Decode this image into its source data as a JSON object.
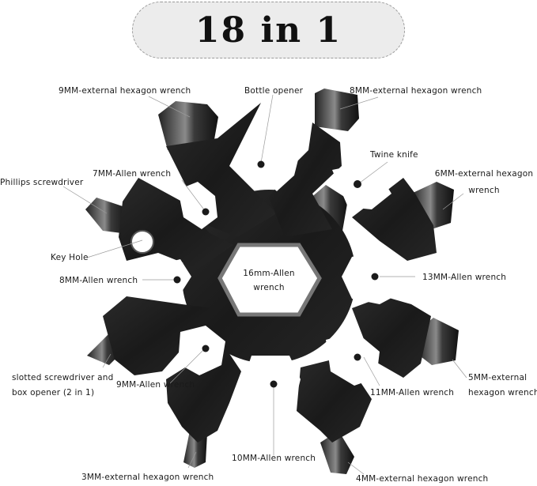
{
  "title": "18 in 1",
  "colors": {
    "background": "#ffffff",
    "title_pill": "#ececec",
    "tool_body": "#1e1e1e",
    "tool_highlight": "#6a6a6a",
    "leader_line": "#9a9a9a",
    "marker_dot": "#1a1a1a"
  },
  "labels": {
    "hex9_external": "9MM-external hexagon wrench",
    "bottle_opener": "Bottle opener",
    "hex8_external": "8MM-external hexagon wrench",
    "twine_knife": "Twine knife",
    "hex6_external_line1": "6MM-external hexagon",
    "hex6_external_line2": "wrench",
    "allen7": "7MM-Allen wrench",
    "phillips": "Phillips screwdriver",
    "key_hole": "Key Hole",
    "allen8": "8MM-Allen wrench",
    "allen16_line1": "16mm-Allen",
    "allen16_line2": "wrench",
    "allen13": "13MM-Allen wrench",
    "slotted_line1": "slotted screwdriver and",
    "slotted_line2": "box opener (2 in 1)",
    "allen9": "9MM-Allen wrench",
    "allen11": "11MM-Allen wrench",
    "hex5_external_line1": "5MM-external",
    "hex5_external_line2": "hexagon wrench",
    "allen10": "10MM-Allen wrench",
    "hex3_external": "3MM-external hexagon wrench",
    "hex4_external": "4MM-external hexagon wrench"
  }
}
